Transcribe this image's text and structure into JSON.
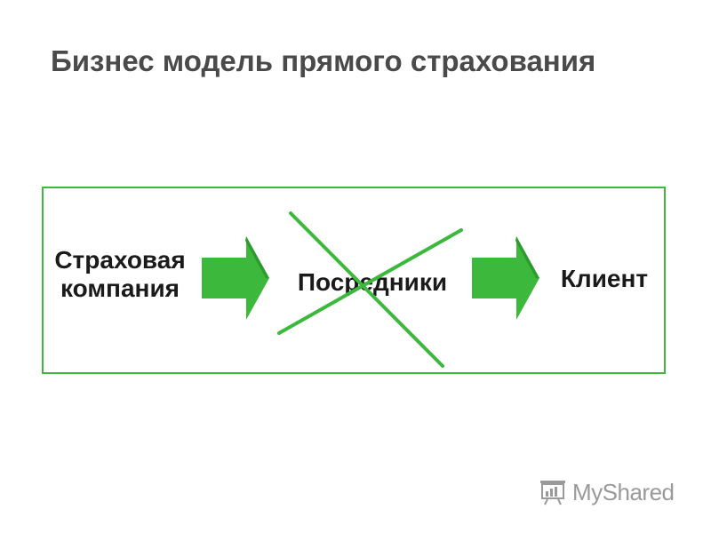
{
  "title": "Бизнес модель прямого страхования",
  "nodes": {
    "left": [
      "Страховая",
      "компания"
    ],
    "middle": "Посредники",
    "right": "Клиент"
  },
  "colors": {
    "accent": "#3cb83c",
    "title": "#4a4a4a",
    "text": "#1a1a1a"
  },
  "watermark": "MyShared"
}
